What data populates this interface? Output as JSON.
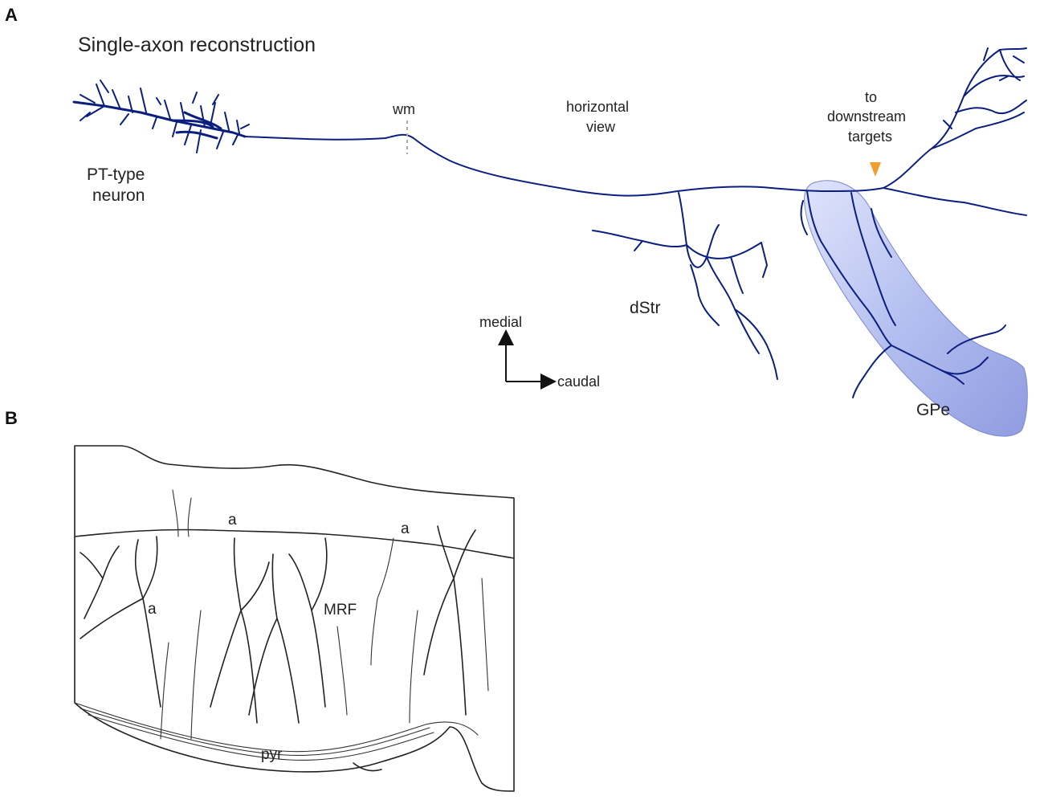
{
  "panel_a": {
    "letter": "A",
    "title": "Single-axon reconstruction",
    "labels": {
      "neuron_line1": "PT-type",
      "neuron_line2": "neuron",
      "wm": "wm",
      "view_line1": "horizontal",
      "view_line2": "view",
      "downstream_line1": "to",
      "downstream_line2": "downstream",
      "downstream_line3": "targets",
      "dstr": "dStr",
      "gpe": "GPe"
    },
    "axes": {
      "vertical": "medial",
      "horizontal": "caudal"
    },
    "colors": {
      "axon": "#0c1f7f",
      "gpe_fill": "#aab4ea",
      "arrowhead_marker": "#f0a030"
    }
  },
  "panel_b": {
    "letter": "B",
    "labels": {
      "a_top1": "a",
      "a_top2": "a",
      "a_left": "a",
      "mrf": "MRF",
      "pyr": "pyr"
    }
  }
}
